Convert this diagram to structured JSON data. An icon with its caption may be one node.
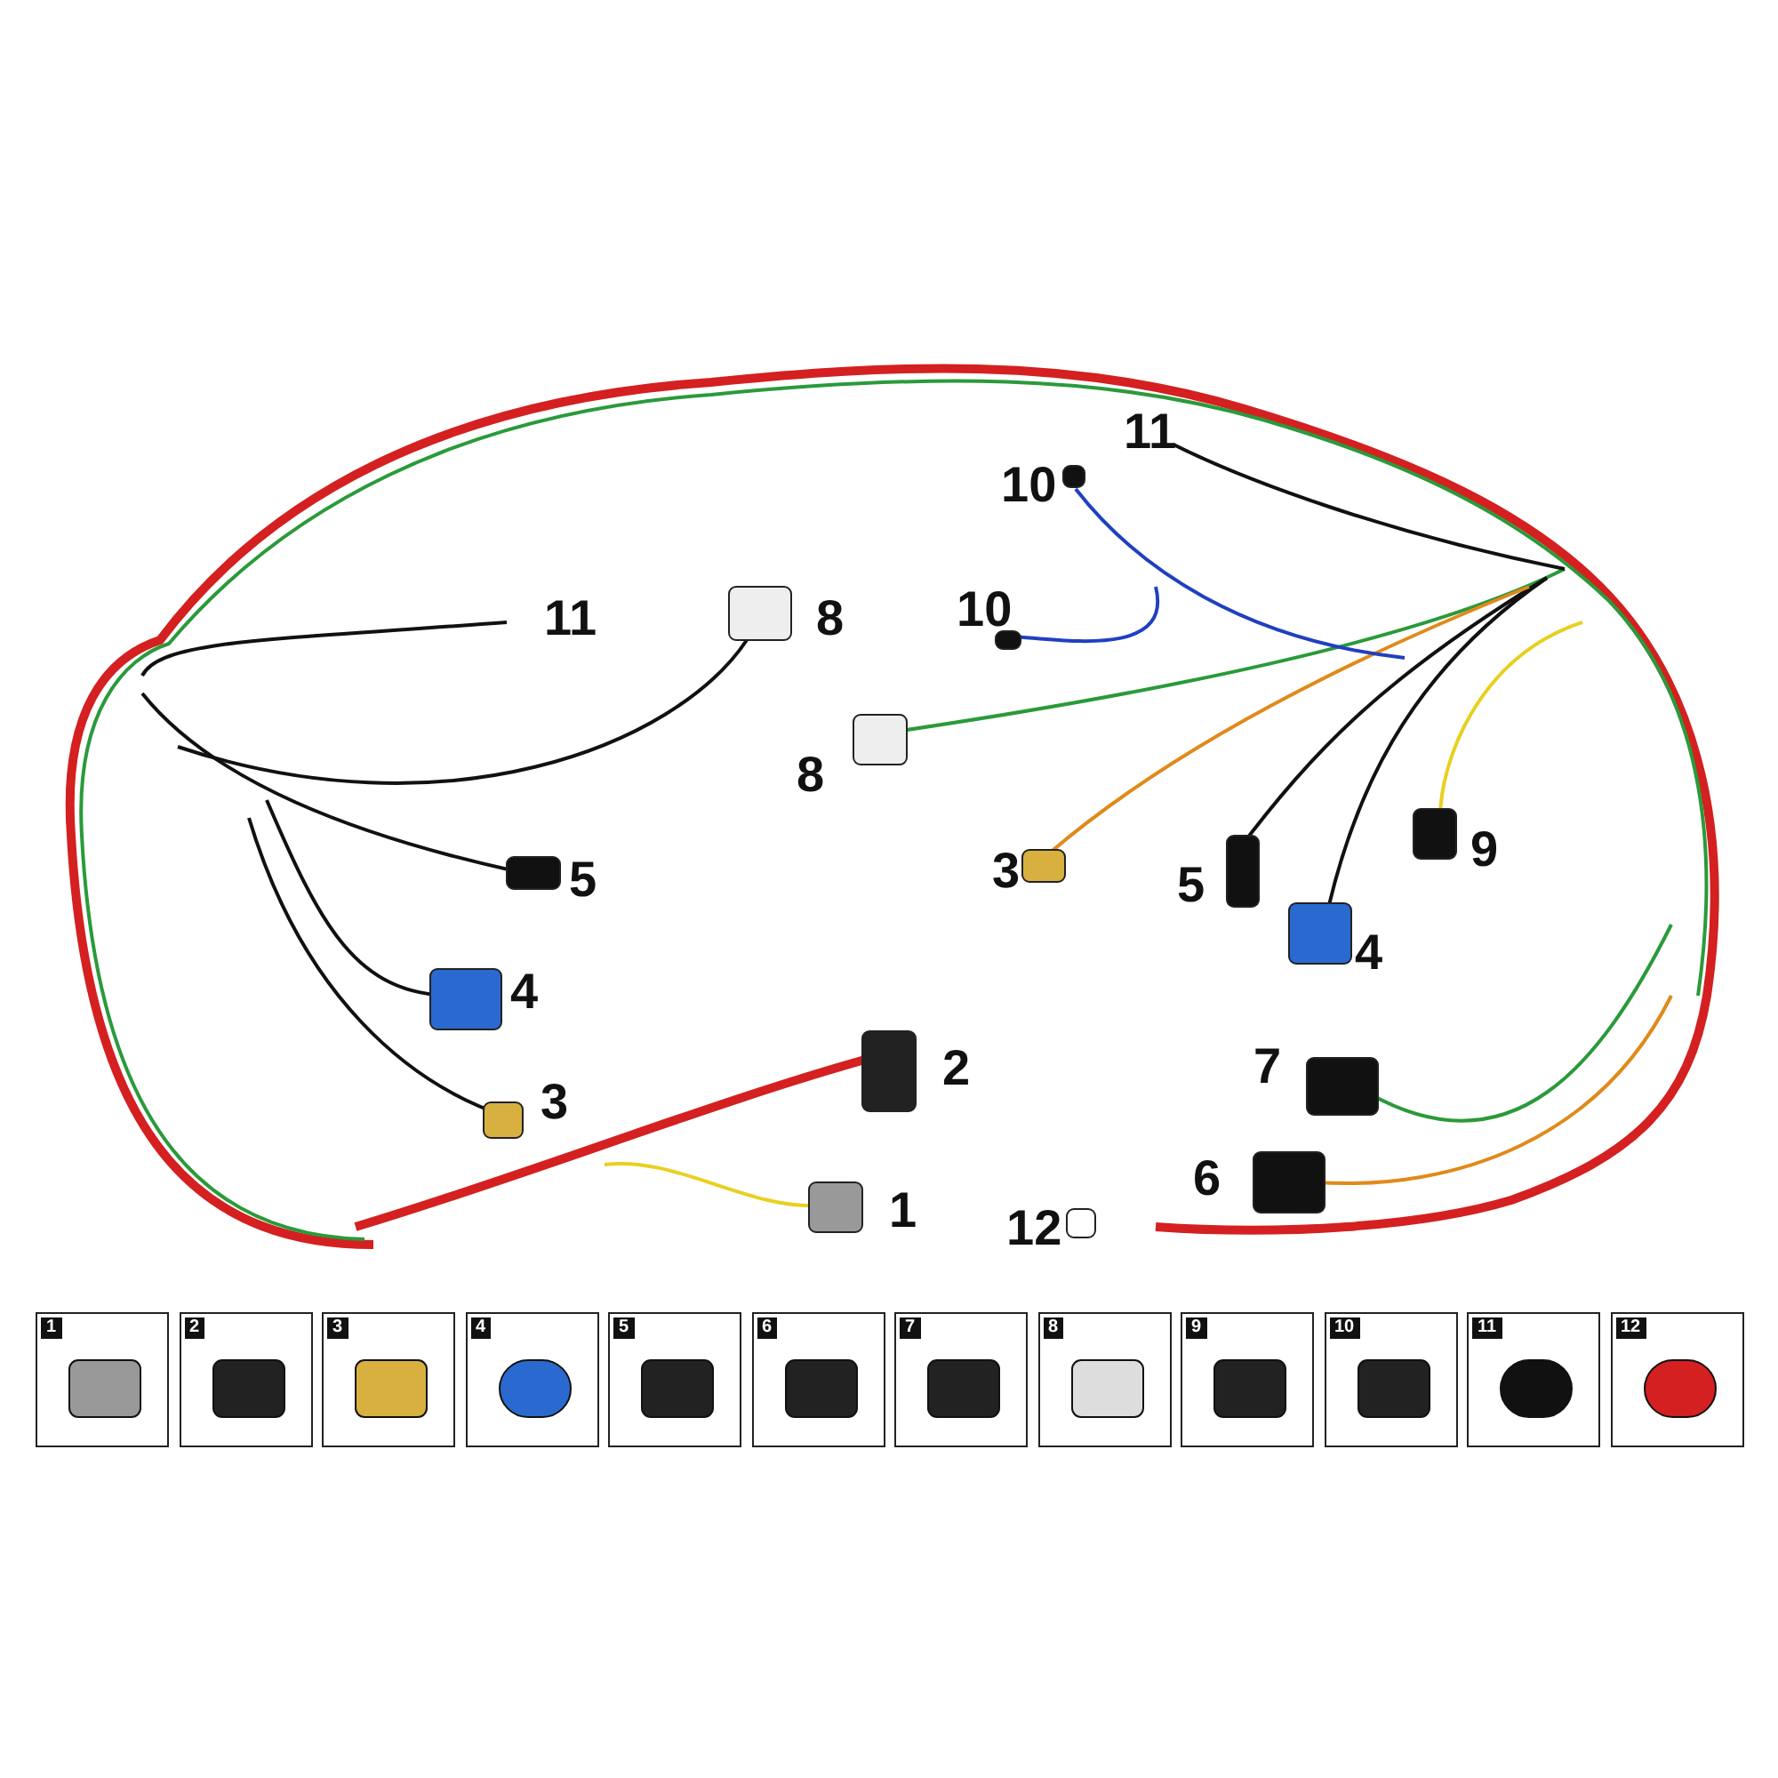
{
  "diagram": {
    "labels": [
      "11",
      "10",
      "11",
      "8",
      "10",
      "8",
      "5",
      "3",
      "5",
      "9",
      "4",
      "4",
      "2",
      "7",
      "3",
      "6",
      "1",
      "12",
      "1",
      "2",
      "3",
      "4",
      "5",
      "6",
      "7",
      "8",
      "9",
      "10",
      "11",
      "12"
    ]
  }
}
